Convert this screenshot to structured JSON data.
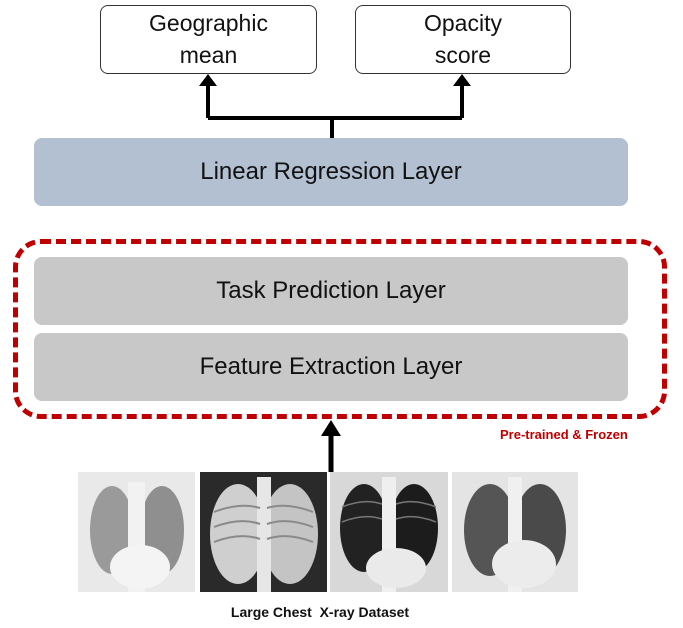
{
  "outputs": {
    "geographic_mean": "Geographic\nmean",
    "opacity_score": "Opacity\nscore"
  },
  "layers": {
    "linear_regression": "Linear Regression Layer",
    "task_prediction": "Task Prediction Layer",
    "feature_extraction": "Feature Extraction Layer"
  },
  "frozen_label": "Pre-trained & Frozen",
  "dataset_caption": "Large Chest  X-ray Dataset",
  "colors": {
    "regression_fill": "#b3c0d2",
    "layer_fill": "#c8c8c8",
    "frozen_border": "#c00000"
  }
}
